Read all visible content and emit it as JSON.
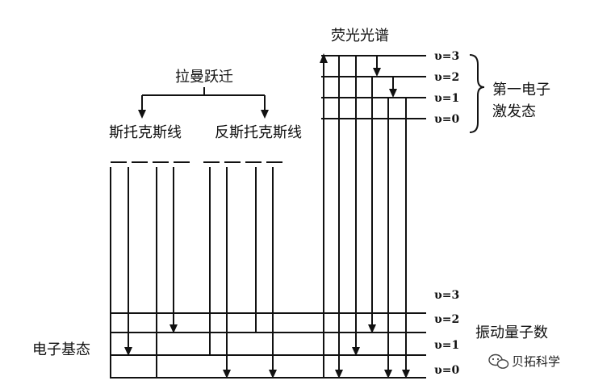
{
  "labels": {
    "raman": "拉曼跃迁",
    "stokes": "斯托克斯线",
    "anti_stokes": "反斯托克斯线",
    "fluorescence": "荧光光谱",
    "excited_state_line1": "第一电子",
    "excited_state_line2": "激发态",
    "ground_state": "电子基态",
    "vib_quantum_number": "振动量子数"
  },
  "excited_levels": [
    "υ=3",
    "υ=2",
    "υ=1",
    "υ=0"
  ],
  "ground_levels": [
    "υ=3",
    "υ=2",
    "υ=1",
    "υ=0"
  ],
  "watermark": {
    "icon": "wechat-icon",
    "text": "贝拓科学"
  },
  "colors": {
    "ink": "#111111"
  }
}
